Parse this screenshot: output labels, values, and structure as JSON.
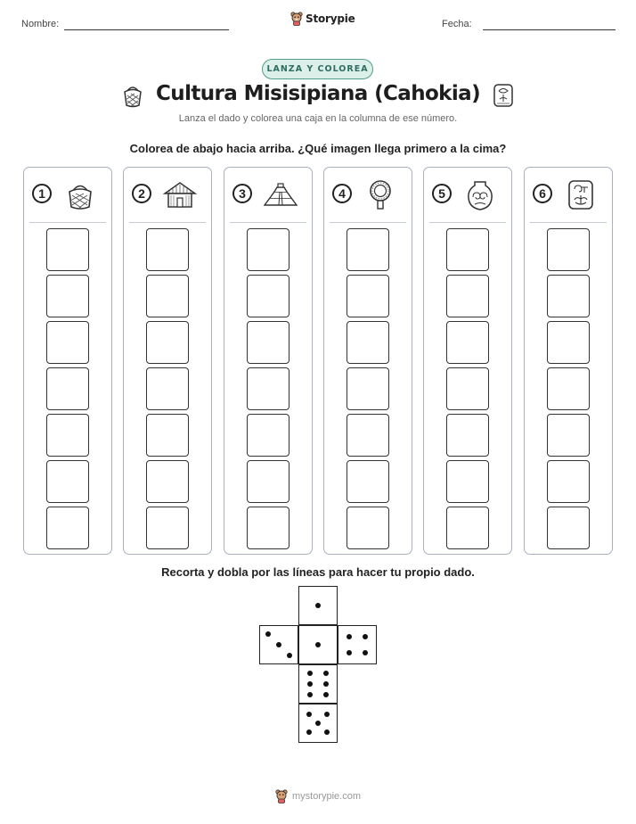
{
  "header": {
    "name_label": "Nombre:",
    "date_label": "Fecha:",
    "brand": "Storypie"
  },
  "badge": "LANZA Y COLOREA",
  "title": "Cultura Misisipiana (Cahokia)",
  "title_icons": [
    "basket-icon",
    "stone-tablet-icon"
  ],
  "subtitle": "Lanza el dado y colorea una caja en la columna de ese número.",
  "instruction": "Colorea de abajo hacia arriba. ¿Qué imagen llega primero a la cima?",
  "columns": [
    {
      "number": "1",
      "icon": "basket-icon",
      "boxes": 7
    },
    {
      "number": "2",
      "icon": "thatched-hut-icon",
      "boxes": 7
    },
    {
      "number": "3",
      "icon": "mound-pyramid-icon",
      "boxes": 7
    },
    {
      "number": "4",
      "icon": "gorget-pendant-icon",
      "boxes": 7
    },
    {
      "number": "5",
      "icon": "spiral-pot-icon",
      "boxes": 7
    },
    {
      "number": "6",
      "icon": "carved-tablet-icon",
      "boxes": 7
    }
  ],
  "cut_instruction": "Recorta y dobla por las líneas para hacer tu propio dado.",
  "die_net": {
    "faces": [
      {
        "pips": 1
      },
      {
        "pips": 3
      },
      {
        "pips": 1
      },
      {
        "pips": 4
      },
      {
        "pips": 6
      },
      {
        "pips": 5
      }
    ]
  },
  "footer": "mystorypie.com",
  "colors": {
    "badge_border": "#4f9e8e",
    "badge_bg": "#dcefe9",
    "badge_text": "#2e6e62",
    "column_border": "#aab0c0"
  }
}
